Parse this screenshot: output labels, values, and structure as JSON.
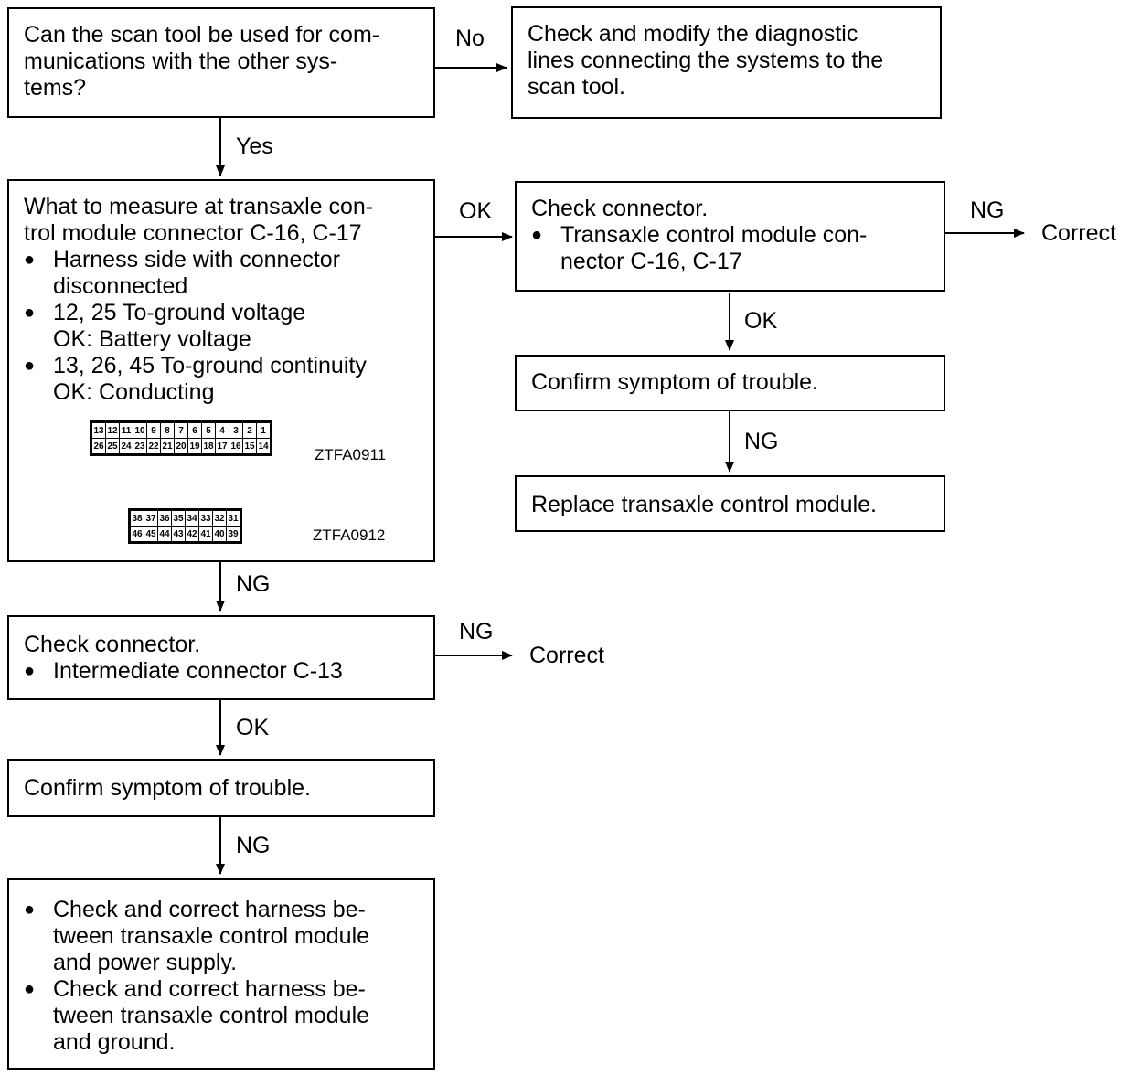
{
  "boxes": {
    "q1": "Can the scan tool be used for com-\nmunications with the other sys-\ntems?",
    "check_lines": "Check and modify the diagnostic\nlines connecting the systems to the\nscan tool.",
    "measure_title": "What to measure at transaxle con-\ntrol module connector C-16, C-17",
    "measure_bullets": [
      {
        "text": "Harness side with connector\ndisconnected",
        "sub": ""
      },
      {
        "text": "12, 25 To-ground voltage",
        "sub": "OK: Battery voltage"
      },
      {
        "text": "13, 26, 45 To-ground continuity",
        "sub": "OK: Conducting"
      }
    ],
    "check_tcm_title": "Check connector.",
    "check_tcm_bullet": "Transaxle control module con-\nnector C-16, C-17",
    "confirm_right": "Confirm symptom of trouble.",
    "replace": "Replace transaxle control module.",
    "check_inter_title": "Check connector.",
    "check_inter_bullet": "Intermediate connector C-13",
    "confirm_left": "Confirm symptom of trouble.",
    "final_bullets": [
      "Check and correct harness be-\ntween transaxle control module\nand power supply.",
      "Check and correct harness be-\ntween transaxle control module\nand ground."
    ]
  },
  "labels": {
    "no": "No",
    "yes": "Yes",
    "ok_measure": "OK",
    "ng_tcm": "NG",
    "correct_tcm": "Correct",
    "ok_tcm": "OK",
    "ng_confirm_right": "NG",
    "ng_measure": "NG",
    "ng_inter": "NG",
    "correct_inter": "Correct",
    "ok_inter": "OK",
    "ng_confirm_left": "NG"
  },
  "connectors": {
    "c1_code": "ZTFA0911",
    "c1_top": [
      "13",
      "12",
      "11",
      "10",
      "9",
      "8",
      "7",
      "6",
      "5",
      "4",
      "3",
      "2",
      "1"
    ],
    "c1_bottom": [
      "26",
      "25",
      "24",
      "23",
      "22",
      "21",
      "20",
      "19",
      "18",
      "17",
      "16",
      "15",
      "14"
    ],
    "c2_code": "ZTFA0912",
    "c2_top": [
      "38",
      "37",
      "36",
      "35",
      "34",
      "33",
      "32",
      "31"
    ],
    "c2_bottom": [
      "46",
      "45",
      "44",
      "43",
      "42",
      "41",
      "40",
      "39"
    ]
  }
}
